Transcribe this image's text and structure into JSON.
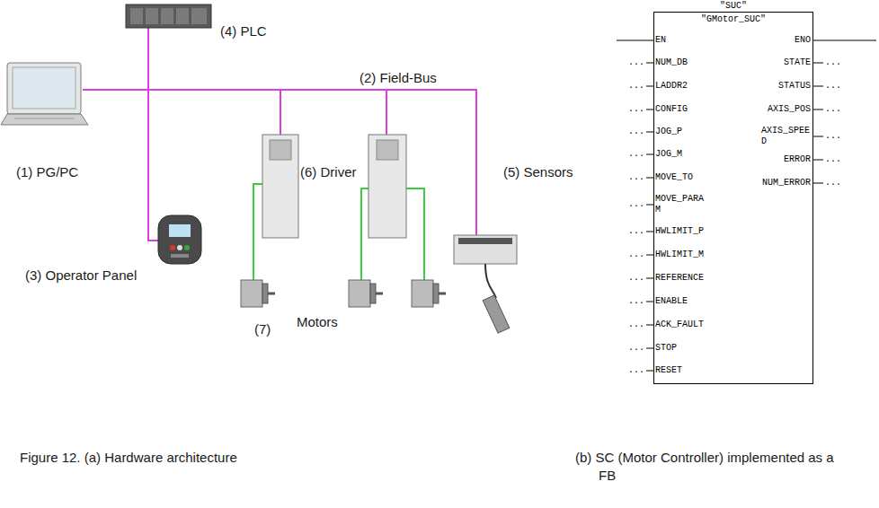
{
  "diagram": {
    "caption": "Figure 12. (a) Hardware architecture",
    "nodes": [
      {
        "text": [
          "\"SUC\"",
          "\"GMotor_SUC\""
        ]
      }
    ],
    "labels": [
      "(4) PLC",
      "(2) Field-Bus",
      "(1) PG/PC",
      "(6) Driver",
      "(5) Sensors",
      "(3) Operator Panel",
      "(7)",
      "Motors",
      "(b) SC (Motor Controller) implemented as a FB",
      "EN",
      "...",
      "NUM_DB",
      "...",
      "LADDR2",
      "...",
      "CONFIG",
      "...",
      "JOG_P",
      "...",
      "JOG_M",
      "...",
      "MOVE_TO",
      "...",
      "MOVE_PARAM",
      "...",
      "HWLIMIT_P",
      "...",
      "HWLIMIT_M",
      "...",
      "REFERENCE",
      "...",
      "ENABLE",
      "...",
      "ACK_FAULT",
      "...",
      "STOP",
      "...",
      "RESET",
      "ENO",
      "STATE",
      "...",
      "STATUS",
      "...",
      "AXIS_POS",
      "...",
      "AXIS_SPEED",
      "...",
      "ERROR",
      "...",
      "NUM_ERROR",
      "..."
    ]
  }
}
